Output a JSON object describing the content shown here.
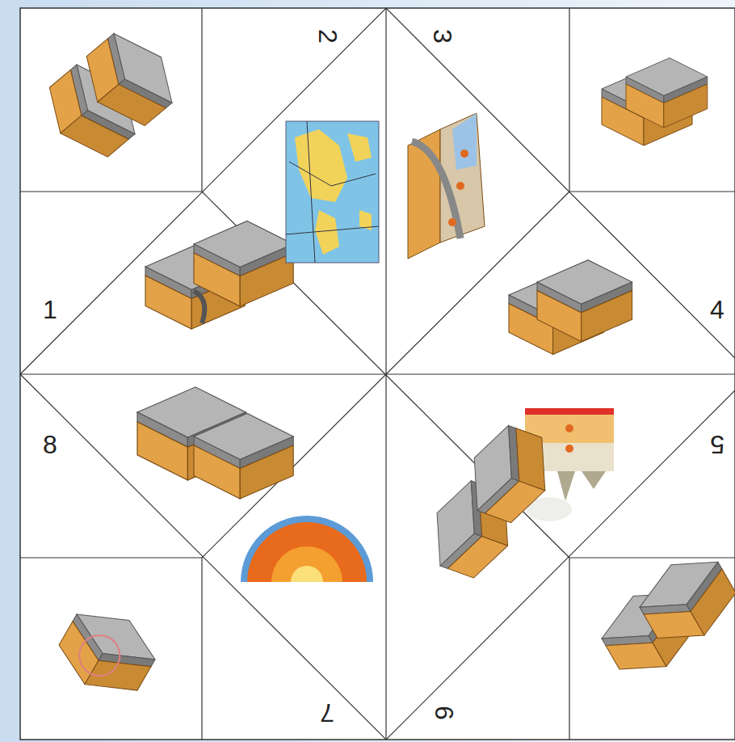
{
  "diagram": {
    "labels": [
      "2",
      "3",
      "1",
      "4",
      "8",
      "5",
      "7",
      "6"
    ]
  }
}
